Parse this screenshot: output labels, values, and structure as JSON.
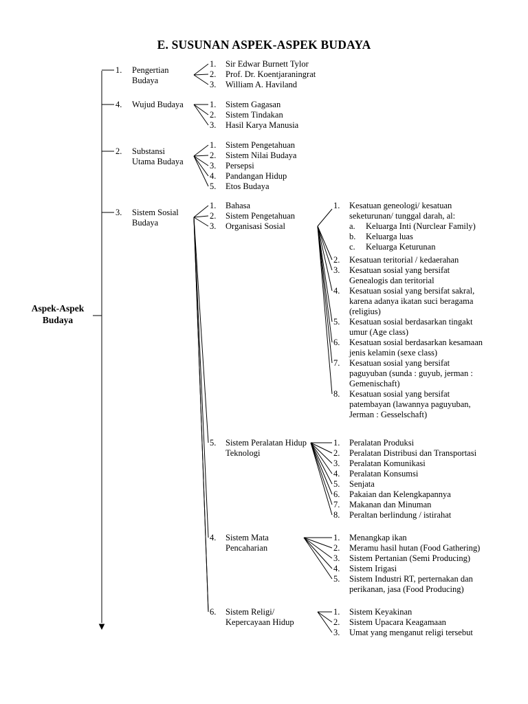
{
  "title": "E.   SUSUNAN ASPEK-ASPEK BUDAYA",
  "root": "Aspek-Aspek Budaya",
  "branches": [
    {
      "num": "1.",
      "label_lines": [
        "Pengertian",
        "Budaya"
      ],
      "items": [
        {
          "num": "1.",
          "lines": [
            "Sir Edwar Burnett Tylor"
          ]
        },
        {
          "num": "2.",
          "lines": [
            "Prof. Dr. Koentjaraningrat"
          ]
        },
        {
          "num": "3.",
          "lines": [
            "William A. Haviland"
          ]
        }
      ]
    },
    {
      "num": "4.",
      "label_lines": [
        "Wujud Budaya"
      ],
      "items": [
        {
          "num": "1.",
          "lines": [
            "Sistem Gagasan"
          ]
        },
        {
          "num": "2.",
          "lines": [
            "Sistem Tindakan"
          ]
        },
        {
          "num": "3.",
          "lines": [
            "Hasil Karya Manusia"
          ]
        }
      ]
    },
    {
      "num": "2.",
      "label_lines": [
        "Substansi",
        "Utama Budaya"
      ],
      "items": [
        {
          "num": "1.",
          "lines": [
            "Sistem Pengetahuan"
          ]
        },
        {
          "num": "2.",
          "lines": [
            "Sistem Nilai Budaya"
          ]
        },
        {
          "num": "3.",
          "lines": [
            "Persepsi"
          ]
        },
        {
          "num": "4.",
          "lines": [
            "Pandangan Hidup"
          ]
        },
        {
          "num": "5.",
          "lines": [
            "Etos Budaya"
          ]
        }
      ]
    },
    {
      "num": "3.",
      "label_lines": [
        "Sistem Sosial",
        "Budaya"
      ],
      "items": [
        {
          "num": "1.",
          "lines": [
            "Bahasa"
          ]
        },
        {
          "num": "2.",
          "lines": [
            "Sistem Pengetahuan"
          ]
        },
        {
          "num": "3.",
          "lines": [
            "Organisasi Sosial"
          ],
          "children": [
            {
              "num": "1.",
              "lines": [
                "Kesatuan geneologi/ kesatuan",
                "seketurunan/ tunggal darah, al:"
              ],
              "sub": [
                {
                  "num": "a.",
                  "text": "Keluarga Inti (Nurclear Family)"
                },
                {
                  "num": "b.",
                  "text": "Keluarga luas"
                },
                {
                  "num": "c.",
                  "text": "Keluarga Keturunan"
                }
              ]
            },
            {
              "num": "2.",
              "lines": [
                "Kesatuan teritorial / kedaerahan"
              ]
            },
            {
              "num": "3.",
              "lines": [
                "Kesatuan sosial yang bersifat",
                "Genealogis dan teritorial"
              ]
            },
            {
              "num": "4.",
              "lines": [
                "Kesatuan sosial yang bersifat sakral,",
                "karena adanya ikatan suci beragama",
                "(religius)"
              ]
            },
            {
              "num": "5.",
              "lines": [
                "Kesatuan sosial berdasarkan tingakt",
                "umur (Age class)"
              ]
            },
            {
              "num": "6.",
              "lines": [
                "Kesatuan sosial berdasarkan kesamaan",
                "jenis kelamin (sexe class)"
              ]
            },
            {
              "num": "7.",
              "lines": [
                "Kesatuan sosial yang bersifat",
                "paguyuban (sunda : guyub, jerman :",
                "Gemenischaft)"
              ]
            },
            {
              "num": "8.",
              "lines": [
                "Kesatuan sosial yang bersifat",
                "patembayan (lawannya paguyuban,",
                "Jerman : Gesselschaft)"
              ]
            }
          ]
        },
        {
          "num": "5.",
          "lines": [
            "Sistem Peralatan Hidup",
            "Teknologi"
          ],
          "children": [
            {
              "num": "1.",
              "lines": [
                "Peralatan Produksi"
              ]
            },
            {
              "num": "2.",
              "lines": [
                "Peralatan Distribusi dan Transportasi"
              ]
            },
            {
              "num": "3.",
              "lines": [
                "Peralatan Komunikasi"
              ]
            },
            {
              "num": "4.",
              "lines": [
                "Peralatan Konsumsi"
              ]
            },
            {
              "num": "5.",
              "lines": [
                "Senjata"
              ]
            },
            {
              "num": "6.",
              "lines": [
                "Pakaian dan Kelengkapannya"
              ]
            },
            {
              "num": "7.",
              "lines": [
                "Makanan dan Minuman"
              ]
            },
            {
              "num": "8.",
              "lines": [
                "Peraltan berlindung / istirahat"
              ]
            }
          ]
        },
        {
          "num": "4.",
          "lines": [
            "Sistem Mata",
            "Pencaharian"
          ],
          "children": [
            {
              "num": "1.",
              "lines": [
                "Menangkap ikan"
              ]
            },
            {
              "num": "2.",
              "lines": [
                "Meramu hasil hutan (Food Gathering)"
              ]
            },
            {
              "num": "3.",
              "lines": [
                "Sistem Pertanian (Semi Producing)"
              ]
            },
            {
              "num": "4.",
              "lines": [
                "Sistem Irigasi"
              ]
            },
            {
              "num": "5.",
              "lines": [
                "Sistem Industri RT, perternakan dan",
                "perikanan, jasa (Food Producing)"
              ]
            }
          ]
        },
        {
          "num": "6.",
          "lines": [
            "Sistem Religi/",
            "Kepercayaan Hidup"
          ],
          "children": [
            {
              "num": "1.",
              "lines": [
                "Sistem Keyakinan"
              ]
            },
            {
              "num": "2.",
              "lines": [
                "Sistem Upacara Keagamaan"
              ]
            },
            {
              "num": "3.",
              "lines": [
                "Umat yang menganut religi tersebut"
              ]
            }
          ]
        }
      ]
    }
  ]
}
